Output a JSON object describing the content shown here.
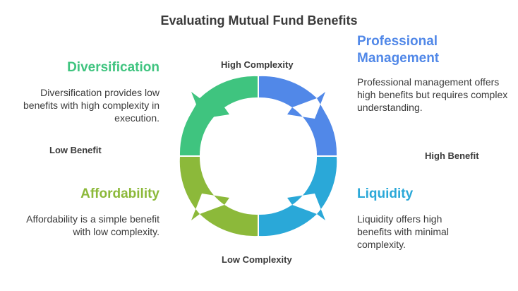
{
  "title": "Evaluating Mutual Fund Benefits",
  "axes": {
    "top": "High Complexity",
    "bottom": "Low Complexity",
    "left": "Low Benefit",
    "right": "High Benefit"
  },
  "quadrants": {
    "top_left": {
      "title": "Diversification",
      "description": "Diversification provides low benefits with high complexity in execution.",
      "color": "#3fc47f"
    },
    "top_right": {
      "title": "Professional Management",
      "description": "Professional management offers high benefits but requires complex understanding.",
      "color": "#5188e8"
    },
    "bottom_left": {
      "title": "Affordability",
      "description": "Affordability is a simple benefit with low complexity.",
      "color": "#8cb93a"
    },
    "bottom_right": {
      "title": "Liquidity",
      "description": "Liquidity offers high benefits with minimal complexity.",
      "color": "#2aa8d8"
    }
  }
}
